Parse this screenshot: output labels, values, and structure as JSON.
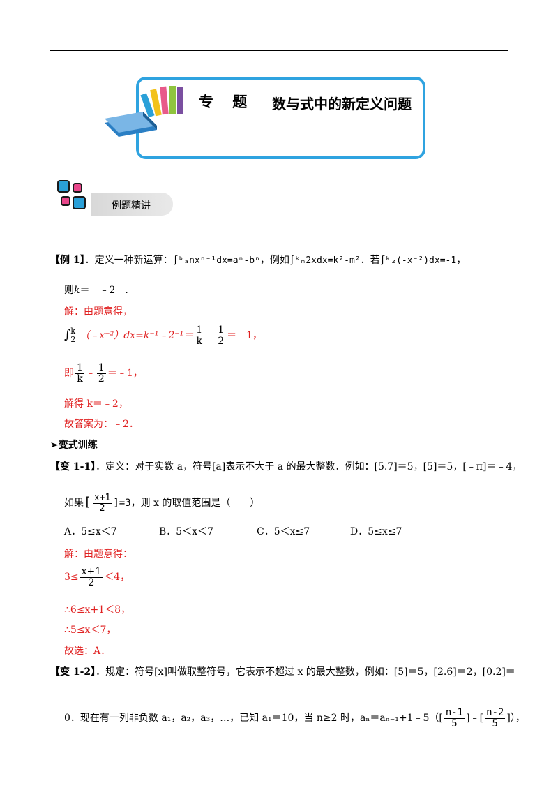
{
  "banner": {
    "title": "专 题",
    "subtitle": "数与式中的新定义问题"
  },
  "section": {
    "label": "例题精讲"
  },
  "ex1": {
    "tag": "【例 1】",
    "intro": "．定义一种新运算：",
    "def_formula": "∫ᵇₐnxⁿ⁻¹dx=aⁿ-bⁿ",
    "mid": "，例如",
    "example_formula": "∫ᵏₘ2xdx=k²-m²",
    "then": "．若",
    "cond_formula": "∫ᵏ₂(-x⁻²)dx=-1",
    "comma": "，",
    "ask_prefix": "则",
    "ask_var": "k",
    "ask_eq": "＝",
    "answer": "﹣2",
    "ask_end": ".",
    "sol_title": "解：由题意得，",
    "sol_line1_int": "∫",
    "sol_line1_lim_top": "k",
    "sol_line1_lim_bot": "2",
    "sol_line1_body": "（﹣x⁻²）dx=k⁻¹﹣2⁻¹＝",
    "f1n": "1",
    "f1d": "k",
    "minus": "﹣",
    "f2n": "1",
    "f2d": "2",
    "sol_line1_end": "＝﹣1，",
    "sol_line2_pre": "即",
    "sol_line2_end": "＝﹣1，",
    "sol_line3": "解得 k＝﹣2，",
    "sol_line4": "故答案为：﹣2．"
  },
  "variants_header": "➢变式训练",
  "v1": {
    "tag": "【变 1-1】",
    "text": "．定义：对于实数 a，符号[a]表示不大于 a 的最大整数．例如：[5.7]＝5，[5]＝5，[﹣π]＝﹣4，",
    "line2_pre": "如果",
    "frac_n": "x+1",
    "frac_d": "2",
    "line2_br_l": "[",
    "line2_br_r": "]=3",
    "line2_post": "，则 x 的取值范围是（　　）",
    "options": [
      "A．5≤x＜7",
      "B．5＜x＜7",
      "C．5＜x≤7",
      "D．5≤x≤7"
    ],
    "sol_title": "解：由题意得：",
    "s1_pre": "3≤",
    "s1_n": "x+1",
    "s1_d": "2",
    "s1_post": "＜4，",
    "s2": "∴6≤x+1＜8，",
    "s3": "∴5≤x＜7，",
    "s4": "故选：A．"
  },
  "v2": {
    "tag": "【变 1-2】",
    "text": "．规定：符号[x]叫做取整符号，它表示不超过 x 的最大整数，例如：[5]＝5，[2.6]＝2，[0.2]＝",
    "line2": "0．现在有一列非负数 a₁，a₂，a₃，…，已知 a₁＝10，当 n≥2 时，aₙ＝aₙ₋₁+1﹣5（[",
    "fa_n": "n-1",
    "fa_d": "5",
    "mid": "]﹣[",
    "fb_n": "n-2",
    "fb_d": "5",
    "end": "]），"
  }
}
